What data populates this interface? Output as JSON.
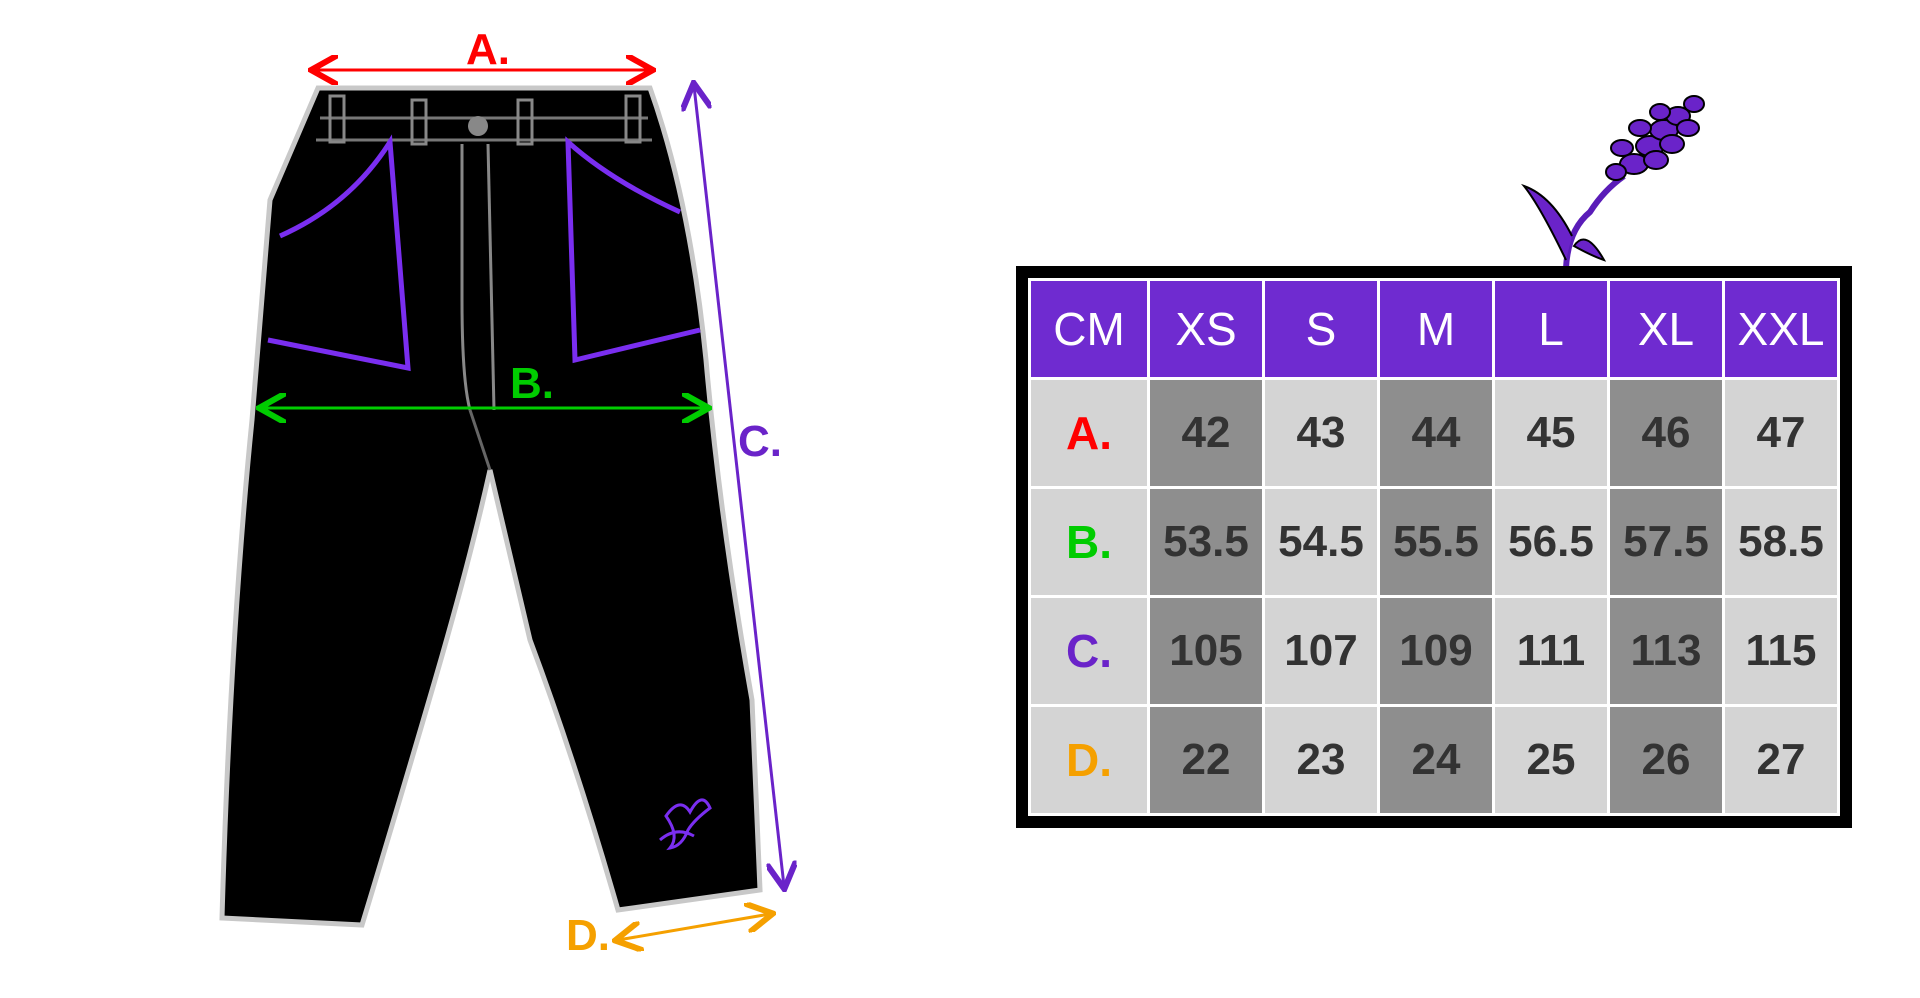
{
  "measurements": [
    {
      "key": "A",
      "label": "A.",
      "color": "#ff0000"
    },
    {
      "key": "B",
      "label": "B.",
      "color": "#00cc00"
    },
    {
      "key": "C",
      "label": "C.",
      "color": "#6a23c9"
    },
    {
      "key": "D",
      "label": "D.",
      "color": "#f5a000"
    }
  ],
  "pants": {
    "body_color": "#000000",
    "outline_color": "#c8c8c8",
    "stitch_color": "#7a2ef0",
    "icon": "flower-embroidery-icon"
  },
  "table": {
    "corner_label": "CM",
    "sizes": [
      "XS",
      "S",
      "M",
      "L",
      "XL",
      "XXL"
    ],
    "rows": [
      {
        "label": "A.",
        "values": [
          "42",
          "43",
          "44",
          "45",
          "46",
          "47"
        ]
      },
      {
        "label": "B.",
        "values": [
          "53.5",
          "54.5",
          "55.5",
          "56.5",
          "57.5",
          "58.5"
        ]
      },
      {
        "label": "C.",
        "values": [
          "105",
          "107",
          "109",
          "111",
          "113",
          "115"
        ]
      },
      {
        "label": "D.",
        "values": [
          "22",
          "23",
          "24",
          "25",
          "26",
          "27"
        ]
      }
    ],
    "header_color": "#6f2bd0",
    "light_cell": "#d4d4d4",
    "dark_cell": "#8e8e8e",
    "decoration_icon": "lavender-sprig-icon"
  }
}
